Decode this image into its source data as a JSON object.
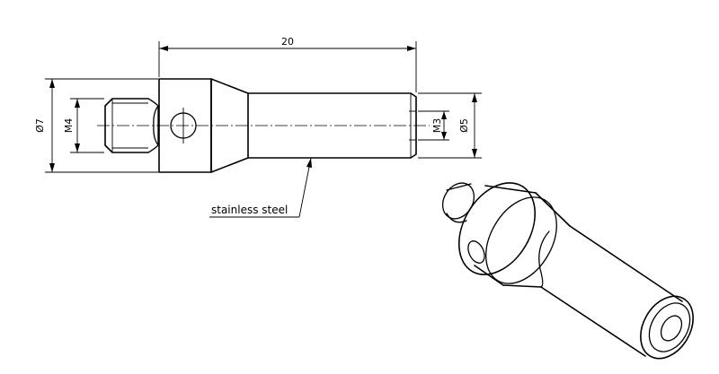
{
  "dimensions": {
    "overall_length": "20",
    "outer_diameter_left": "Ø7",
    "thread_left": "M4",
    "thread_right": "M3",
    "outer_diameter_right": "Ø5"
  },
  "annotation": {
    "material_note": "stainless steel"
  }
}
